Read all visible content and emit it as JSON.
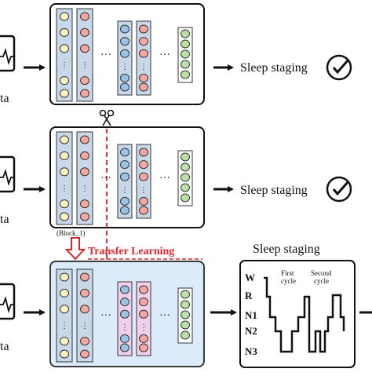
{
  "rows": [
    {
      "input_label": "ta",
      "output_label": "Sleep staging",
      "output_icon": "check-circle-icon"
    },
    {
      "input_label": "ta",
      "output_label": "Sleep staging",
      "output_icon": "check-circle-icon",
      "block_label": "(Block_1)",
      "cut_icon": "scissors-icon"
    },
    {
      "input_label": "ta"
    }
  ],
  "transfer_label": "Transfer Learning",
  "hypnogram": {
    "title": "Sleep staging",
    "stages": [
      "W",
      "R",
      "N1",
      "N2",
      "N3"
    ],
    "annotations": [
      "First",
      "cycle",
      "Second",
      "cycle"
    ]
  },
  "ellipsis": "···",
  "vdots": "⋮",
  "colors": {
    "node_yellow": "#FDF1C4",
    "node_red": "#F2A7A1",
    "node_blue": "#9CC3E6",
    "node_green": "#B9E3A4",
    "column_gray": "#C9D8E8",
    "column_pink": "#F0CFEA",
    "highlight_box": "#DCEBFA",
    "transfer_red": "#E0252D",
    "cut_line": "#D62424"
  }
}
